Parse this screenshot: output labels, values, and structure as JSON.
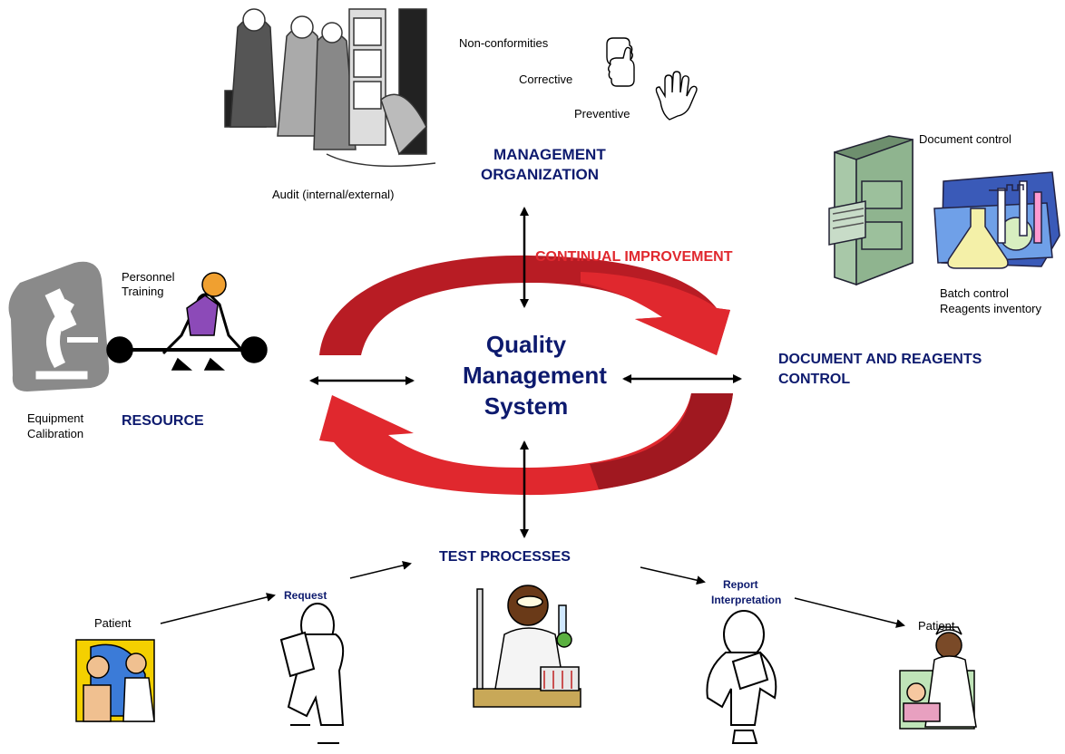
{
  "title": "Quality Management System",
  "title_lines": [
    "Quality",
    "Management",
    "System"
  ],
  "cycle_label": "CONTINUAL IMPROVEMENT",
  "management": {
    "heading_lines": [
      "MANAGEMENT",
      "ORGANIZATION"
    ],
    "audit_label": "Audit (internal/external)",
    "nonconformities": "Non-conformities",
    "corrective": "Corrective",
    "preventive": "Preventive"
  },
  "document": {
    "heading_lines": [
      "DOCUMENT AND REAGENTS",
      "CONTROL"
    ],
    "document_control": "Document control",
    "batch_control": "Batch control",
    "reagents_inventory": "Reagents inventory"
  },
  "resource": {
    "heading": "RESOURCE",
    "personnel": "Personnel",
    "training": "Training",
    "equipment": "Equipment",
    "calibration": "Calibration"
  },
  "test": {
    "heading": "TEST PROCESSES",
    "patient_left": "Patient",
    "request": "Request",
    "report": "Report",
    "interpretation": "Interpretation",
    "patient_right": "Patient"
  },
  "colors": {
    "navy": "#0d1a6e",
    "red": "#e0282e",
    "dark_red": "#a01820",
    "file_green": "#8fb48f"
  },
  "icons": [
    "audit-cartoon",
    "thumbs-down-icon",
    "thumbs-up-icon",
    "open-hand-icon",
    "filing-cabinet-icon",
    "lab-flasks-icon",
    "microscope-icon",
    "weightlifter-icon",
    "doctor-patient-icon",
    "doctor-request-icon",
    "lab-scientist-icon",
    "doctor-report-icon",
    "nurse-patient-icon"
  ]
}
